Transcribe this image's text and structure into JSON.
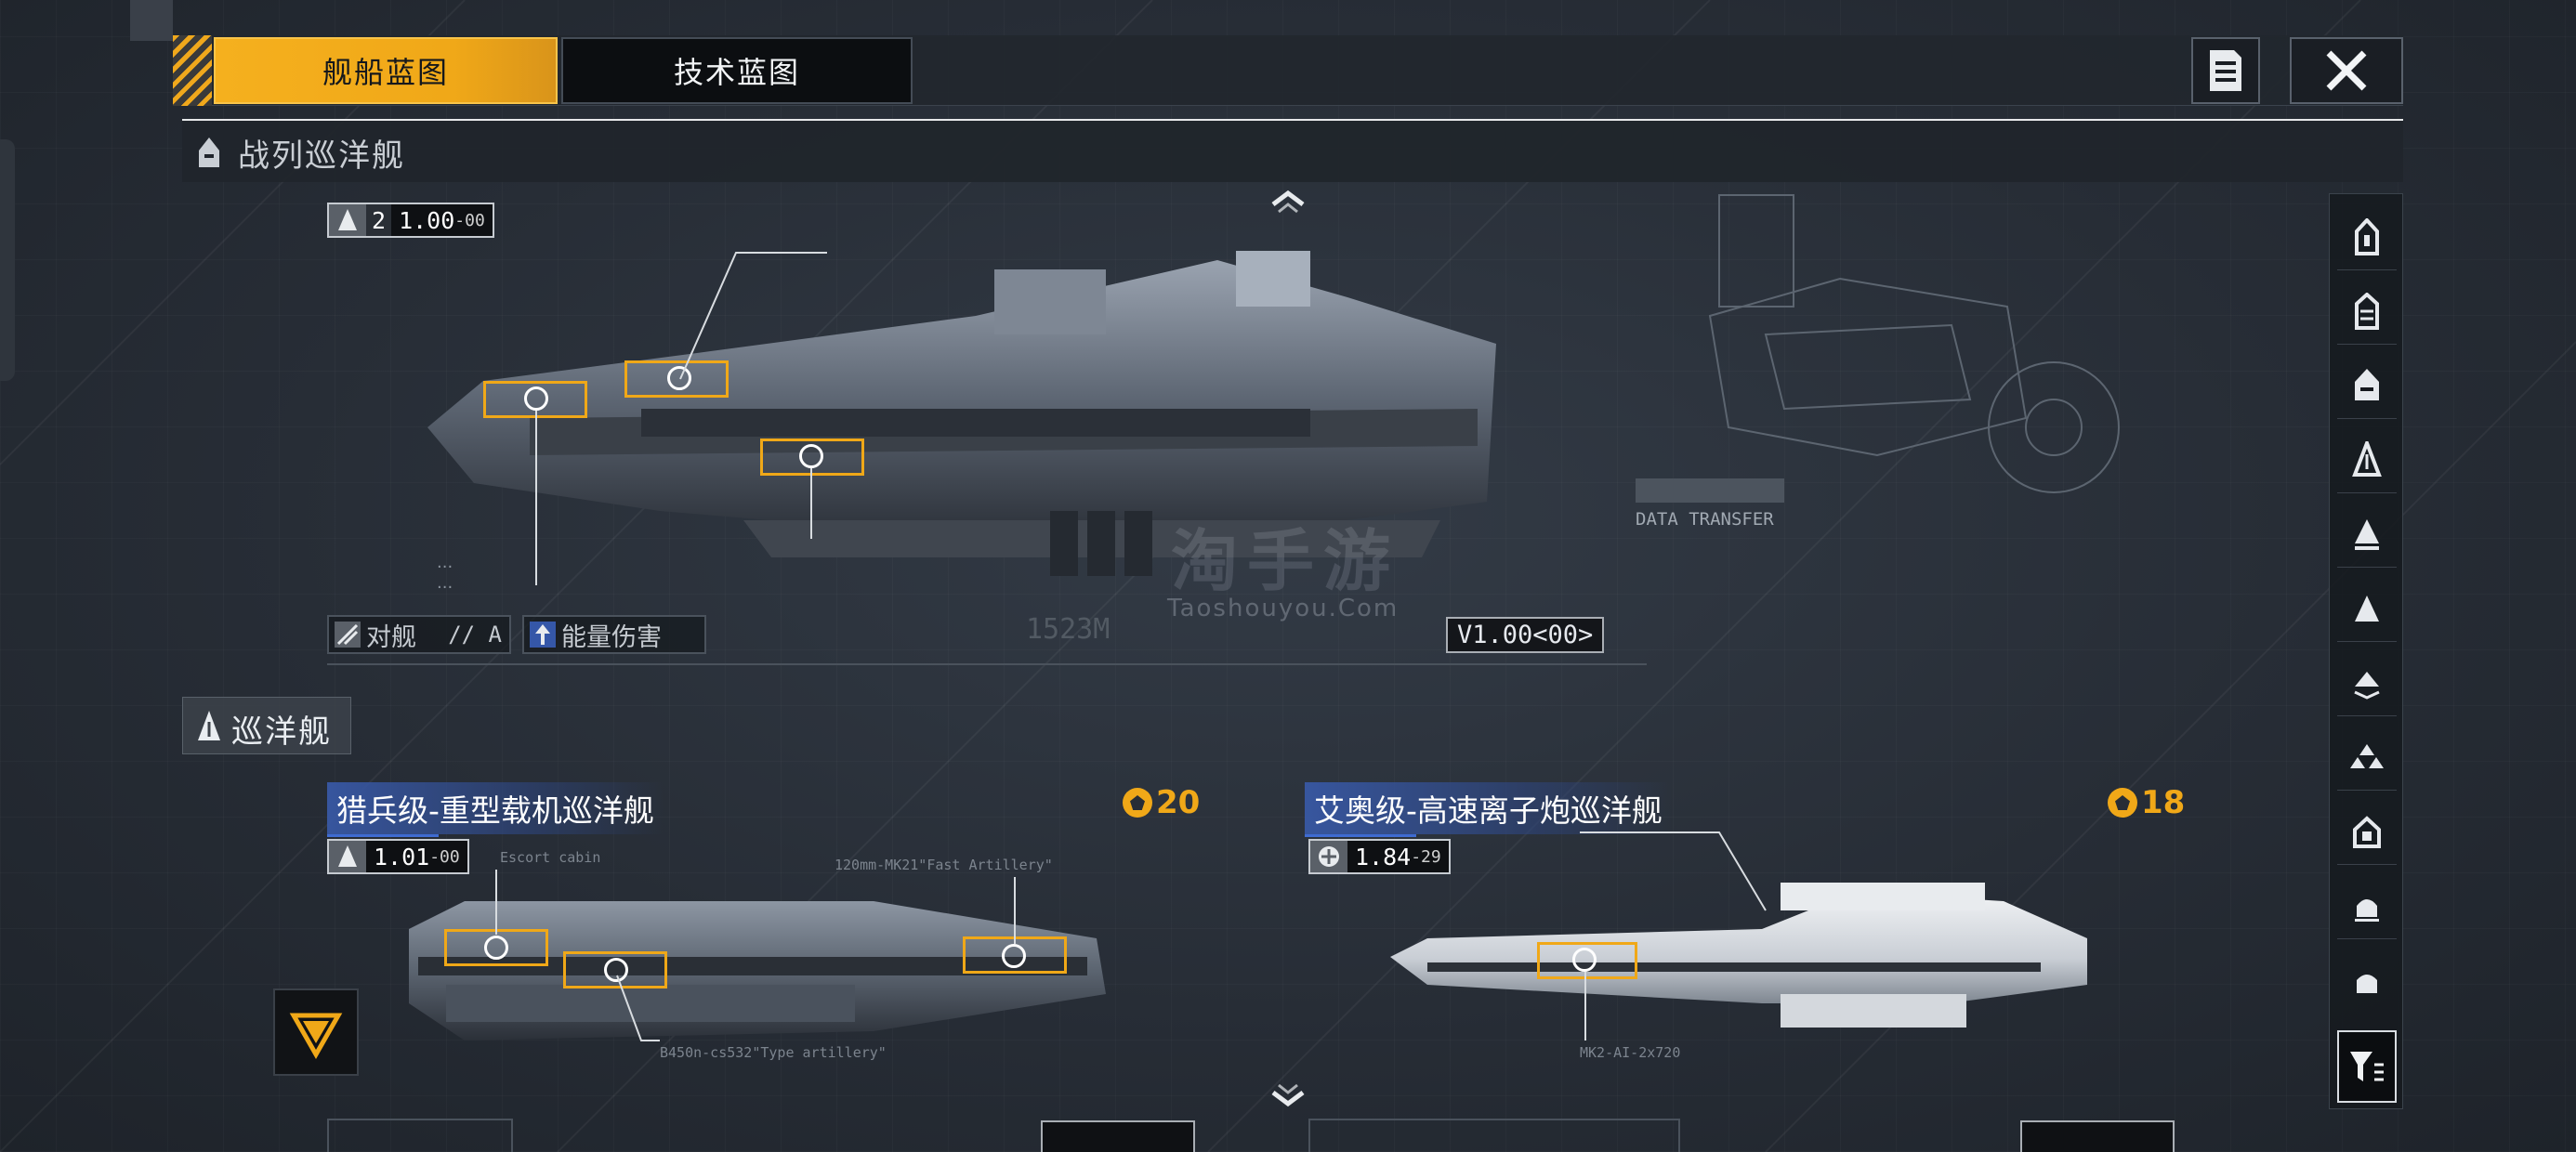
{
  "tabs": [
    {
      "label": "舰船蓝图",
      "active": true
    },
    {
      "label": "技术蓝图",
      "active": false
    }
  ],
  "top_buttons": [
    {
      "icon": "document-list-icon"
    },
    {
      "icon": "close-icon"
    }
  ],
  "sections": {
    "battlecruiser": {
      "title": "战列巡洋舰",
      "icon": "battlecruiser-class-icon"
    },
    "cruiser": {
      "title": "巡洋舰",
      "icon": "cruiser-class-icon"
    }
  },
  "featured_ship": {
    "badge_count": "2",
    "badge_value": "1.00",
    "badge_suffix": "-00",
    "tags": [
      {
        "icon": "anti-ship-icon",
        "label": "对舰",
        "grade": "// A"
      },
      {
        "icon": "energy-damage-icon",
        "label": "能量伤害"
      }
    ],
    "version": "V1.00<00>",
    "length_label": "1523M",
    "data_transfer": "DATA TRANSFER"
  },
  "cruisers": [
    {
      "name": "猎兵级-重型载机巡洋舰",
      "cost": "20",
      "badge_value": "1.01",
      "badge_suffix": "-00",
      "callouts": [
        "Escort cabin",
        "120mm-MK21\"Fast Artillery\"",
        "B450n-cs532\"Type artillery\""
      ]
    },
    {
      "name": "艾奥级-高速离子炮巡洋舰",
      "cost": "18",
      "badge_value": "1.84",
      "badge_suffix": "-29",
      "callouts": [
        "MK2-AI-2x720"
      ]
    }
  ],
  "watermark": {
    "big": "淘手游",
    "small": "Taoshouyou.Com"
  },
  "sidebar": [
    "all-ships-icon",
    "carrier-icon",
    "battlecruiser-icon",
    "cruiser-icon",
    "destroyer-icon",
    "frigate-icon",
    "corvette-icon",
    "fighter-wing-icon",
    "support-ship-icon",
    "utility-ship-icon",
    "auxiliary-ship-icon",
    "filter-icon"
  ],
  "colors": {
    "accent": "#f0a818",
    "name_bar": "#3f6bd1",
    "bg": "#272d36"
  }
}
